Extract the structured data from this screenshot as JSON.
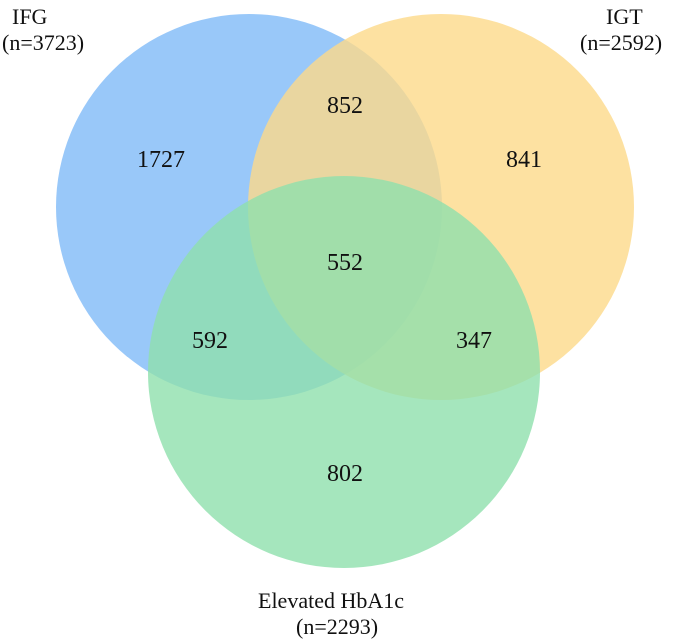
{
  "sets": [
    {
      "id": "ifg",
      "label": "IFG",
      "count_label": "(n=3723)",
      "color": "#7fbaf7"
    },
    {
      "id": "igt",
      "label": "IGT",
      "count_label": "(n=2592)",
      "color": "#fcd98a"
    },
    {
      "id": "hba1c",
      "label": "Elevated HbA1c",
      "count_label": "(n=2293)",
      "color": "#8fe0ad"
    }
  ],
  "regions": {
    "ifg_only": "1727",
    "ifg_igt": "852",
    "igt_only": "841",
    "all_three": "552",
    "ifg_hba1c": "592",
    "igt_hba1c": "347",
    "hba1c_only": "802"
  }
}
